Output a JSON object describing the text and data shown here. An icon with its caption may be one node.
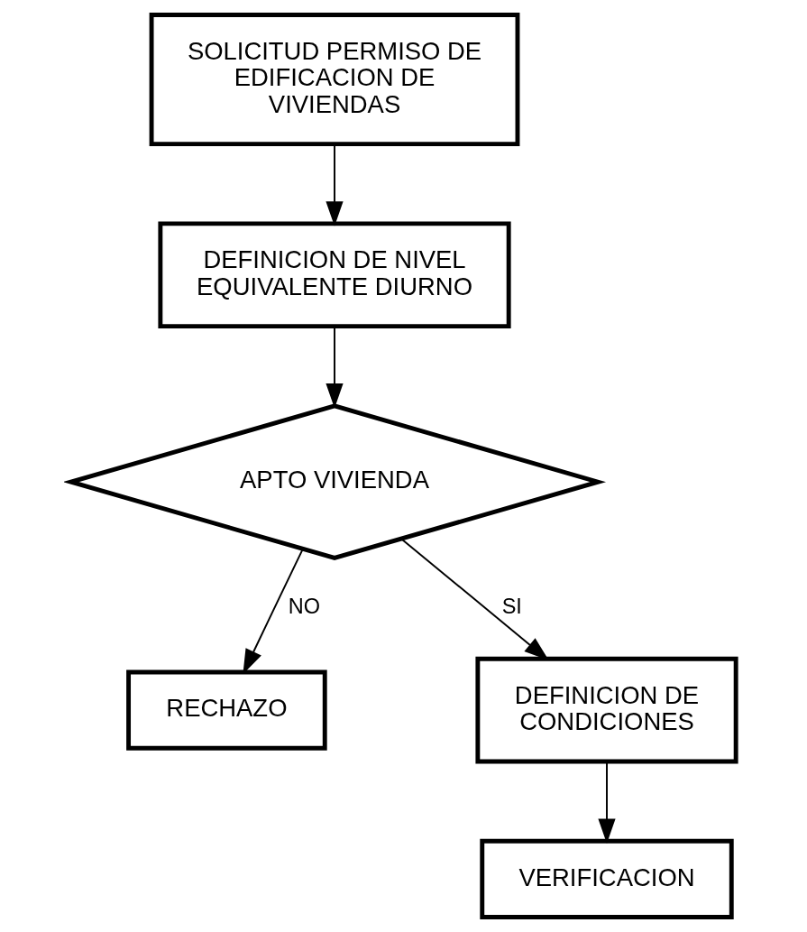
{
  "diagram": {
    "nodes": [
      {
        "text": [
          "SOLICITUD PERMISO DE EDIFICACION DE VIVIENDAS"
        ]
      },
      {
        "text": [
          "DEFINICION DE NIVEL EQUIVALENTE DIURNO"
        ]
      },
      {
        "text": [
          "APTO VIVIENDA"
        ]
      },
      {
        "text": [
          "RECHAZO"
        ]
      },
      {
        "text": [
          "DEFINICION DE CONDICIONES"
        ]
      },
      {
        "text": [
          "VERIFICACION"
        ]
      }
    ],
    "edges": [
      {
        "from": 0,
        "to": 1,
        "arrow": "to"
      },
      {
        "from": 1,
        "to": 2,
        "arrow": "to"
      },
      {
        "from": 2,
        "to": 3,
        "arrow": "to",
        "label": "NO"
      },
      {
        "from": 2,
        "to": 4,
        "arrow": "to",
        "label": "SI"
      },
      {
        "from": 4,
        "to": 5,
        "arrow": "to"
      }
    ]
  }
}
